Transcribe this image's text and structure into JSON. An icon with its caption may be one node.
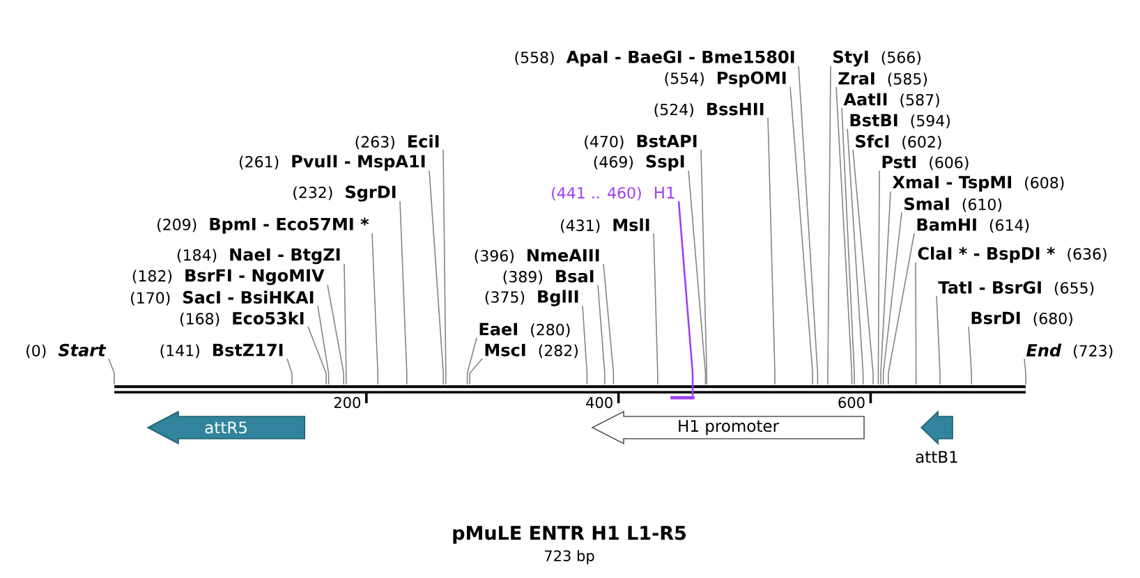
{
  "diagram": {
    "title": "pMuLE ENTR H1 L1-R5",
    "caption": "723 bp",
    "nodes": [
      {
        "text": [
          "Start"
        ],
        "beside": [
          "(0)"
        ]
      },
      {
        "text": [
          "BstZ17I"
        ],
        "beside": [
          "(141)"
        ]
      },
      {
        "text": [
          "Eco53kI"
        ],
        "beside": [
          "(168)"
        ]
      },
      {
        "text": [
          "SacI - BsiHKAI"
        ],
        "beside": [
          "(170)"
        ]
      },
      {
        "text": [
          "BsrFI - NgoMIV"
        ],
        "beside": [
          "(182)"
        ]
      },
      {
        "text": [
          "NaeI - BtgZI"
        ],
        "beside": [
          "(184)"
        ]
      },
      {
        "text": [
          "BpmI - Eco57MI *"
        ],
        "beside": [
          "(209)"
        ]
      },
      {
        "text": [
          "SgrDI"
        ],
        "beside": [
          "(232)"
        ]
      },
      {
        "text": [
          "PvuII - MspA1I"
        ],
        "beside": [
          "(261)"
        ]
      },
      {
        "text": [
          "EciI"
        ],
        "beside": [
          "(263)"
        ]
      },
      {
        "text": [
          "EaeI"
        ],
        "beside": [
          "(280)"
        ]
      },
      {
        "text": [
          "MscI"
        ],
        "beside": [
          "(282)"
        ]
      },
      {
        "text": [
          "BglII"
        ],
        "beside": [
          "(375)"
        ]
      },
      {
        "text": [
          "BsaI"
        ],
        "beside": [
          "(389)"
        ]
      },
      {
        "text": [
          "NmeAIII"
        ],
        "beside": [
          "(396)"
        ]
      },
      {
        "text": [
          "MslI"
        ],
        "beside": [
          "(431)"
        ]
      },
      {
        "text": [
          "H1"
        ],
        "beside": [
          "(441 .. 460)"
        ]
      },
      {
        "text": [
          "SspI"
        ],
        "beside": [
          "(469)"
        ]
      },
      {
        "text": [
          "BstAPI"
        ],
        "beside": [
          "(470)"
        ]
      },
      {
        "text": [
          "BssHII"
        ],
        "beside": [
          "(524)"
        ]
      },
      {
        "text": [
          "PspOMI"
        ],
        "beside": [
          "(554)"
        ]
      },
      {
        "text": [
          "ApaI - BaeGI - Bme1580I"
        ],
        "beside": [
          "(558)"
        ]
      },
      {
        "text": [
          "StyI"
        ],
        "beside": [
          "(566)"
        ]
      },
      {
        "text": [
          "ZraI"
        ],
        "beside": [
          "(585)"
        ]
      },
      {
        "text": [
          "AatII"
        ],
        "beside": [
          "(587)"
        ]
      },
      {
        "text": [
          "BstBI"
        ],
        "beside": [
          "(594)"
        ]
      },
      {
        "text": [
          "SfcI"
        ],
        "beside": [
          "(602)"
        ]
      },
      {
        "text": [
          "PstI"
        ],
        "beside": [
          "(606)"
        ]
      },
      {
        "text": [
          "XmaI - TspMI"
        ],
        "beside": [
          "(608)"
        ]
      },
      {
        "text": [
          "SmaI"
        ],
        "beside": [
          "(610)"
        ]
      },
      {
        "text": [
          "BamHI"
        ],
        "beside": [
          "(614)"
        ]
      },
      {
        "text": [
          "ClaI * - BspDI *"
        ],
        "beside": [
          "(636)"
        ]
      },
      {
        "text": [
          "TatI - BsrGI"
        ],
        "beside": [
          "(655)"
        ]
      },
      {
        "text": [
          "BsrDI"
        ],
        "beside": [
          "(680)"
        ]
      },
      {
        "text": [
          "End"
        ],
        "beside": [
          "(723)"
        ]
      },
      {
        "text": [],
        "shape": "bar"
      },
      {
        "text": [],
        "shape": "bar"
      },
      {
        "text": [
          "attR5"
        ]
      },
      {
        "text": [
          "H1 promoter"
        ]
      },
      {
        "text": [
          "attB1"
        ]
      }
    ],
    "edges": [
      {
        "from": 0,
        "to": 35,
        "arrow": "none"
      },
      {
        "from": 1,
        "to": 35,
        "arrow": "none"
      },
      {
        "from": 2,
        "to": 35,
        "arrow": "none"
      },
      {
        "from": 3,
        "to": 35,
        "arrow": "none"
      },
      {
        "from": 4,
        "to": 35,
        "arrow": "none"
      },
      {
        "from": 5,
        "to": 35,
        "arrow": "none"
      },
      {
        "from": 6,
        "to": 35,
        "arrow": "none"
      },
      {
        "from": 7,
        "to": 35,
        "arrow": "none"
      },
      {
        "from": 8,
        "to": 35,
        "arrow": "none"
      },
      {
        "from": 9,
        "to": 35,
        "arrow": "none"
      },
      {
        "from": 10,
        "to": 35,
        "arrow": "none"
      },
      {
        "from": 11,
        "to": 35,
        "arrow": "none"
      },
      {
        "from": 12,
        "to": 35,
        "arrow": "none"
      },
      {
        "from": 13,
        "to": 35,
        "arrow": "none"
      },
      {
        "from": 14,
        "to": 35,
        "arrow": "none"
      },
      {
        "from": 15,
        "to": 35,
        "arrow": "none"
      },
      {
        "from": 16,
        "to": 36,
        "arrow": "none",
        "color": "#a040f0"
      },
      {
        "from": 17,
        "to": 35,
        "arrow": "none"
      },
      {
        "from": 18,
        "to": 35,
        "arrow": "none"
      },
      {
        "from": 19,
        "to": 35,
        "arrow": "none"
      },
      {
        "from": 20,
        "to": 35,
        "arrow": "none"
      },
      {
        "from": 21,
        "to": 35,
        "arrow": "none"
      },
      {
        "from": 22,
        "to": 35,
        "arrow": "none"
      },
      {
        "from": 23,
        "to": 35,
        "arrow": "none"
      },
      {
        "from": 24,
        "to": 35,
        "arrow": "none"
      },
      {
        "from": 25,
        "to": 35,
        "arrow": "none"
      },
      {
        "from": 26,
        "to": 35,
        "arrow": "none"
      },
      {
        "from": 27,
        "to": 35,
        "arrow": "none"
      },
      {
        "from": 28,
        "to": 35,
        "arrow": "none"
      },
      {
        "from": 29,
        "to": 35,
        "arrow": "none"
      },
      {
        "from": 30,
        "to": 35,
        "arrow": "none"
      },
      {
        "from": 31,
        "to": 35,
        "arrow": "none"
      },
      {
        "from": 32,
        "to": 35,
        "arrow": "none"
      },
      {
        "from": 33,
        "to": 35,
        "arrow": "none"
      },
      {
        "from": 34,
        "to": 35,
        "arrow": "none"
      }
    ],
    "labels": [
      "200",
      "400",
      "600"
    ]
  }
}
